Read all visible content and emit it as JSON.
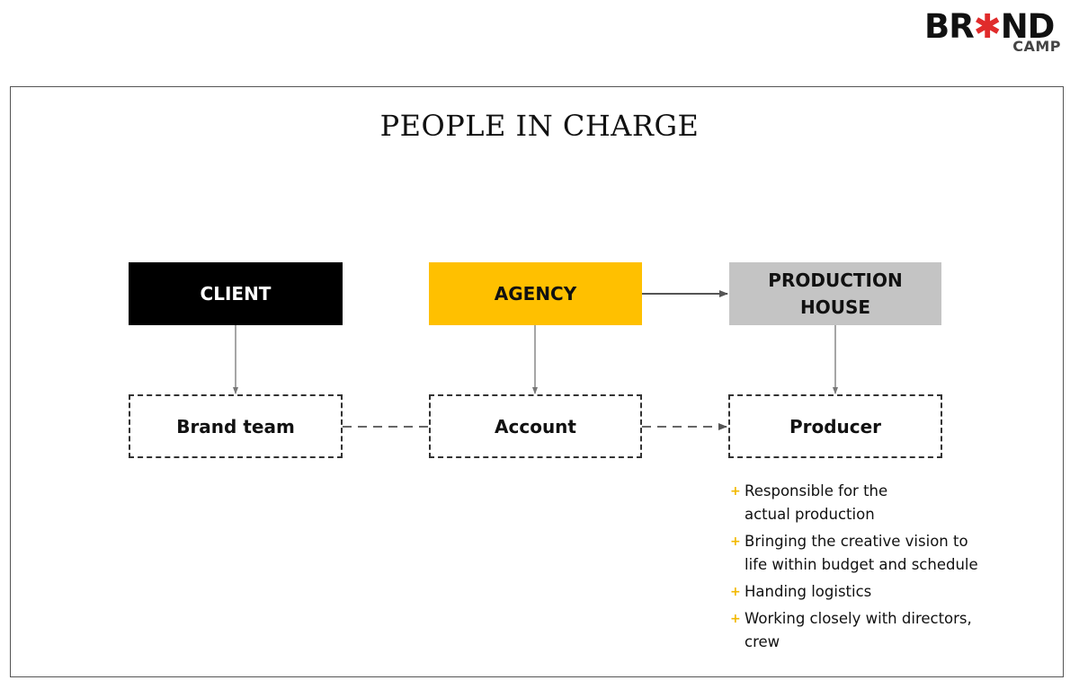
{
  "logo": {
    "part1": "BR",
    "star": "✱",
    "part2": "ND",
    "sub": "CAMP"
  },
  "title": "PEOPLE IN CHARGE",
  "top_boxes": {
    "client": "CLIENT",
    "agency": "AGENCY",
    "production_line1": "PRODUCTION",
    "production_line2": "HOUSE"
  },
  "dashed_boxes": {
    "brand_team": "Brand team",
    "account": "Account",
    "producer": "Producer"
  },
  "producer_bullets": [
    {
      "line1": "Responsible for the",
      "line2": "actual production"
    },
    {
      "line1": "Bringing the creative vision to",
      "line2": "life within budget and schedule"
    },
    {
      "line1": "Handing logistics",
      "line2": ""
    },
    {
      "line1": "Working closely with directors,",
      "line2": "crew"
    }
  ],
  "colors": {
    "client": "#000000",
    "agency": "#ffc000",
    "production": "#c4c4c4",
    "bullet": "#f2b800",
    "logo_star": "#e02b2b"
  }
}
